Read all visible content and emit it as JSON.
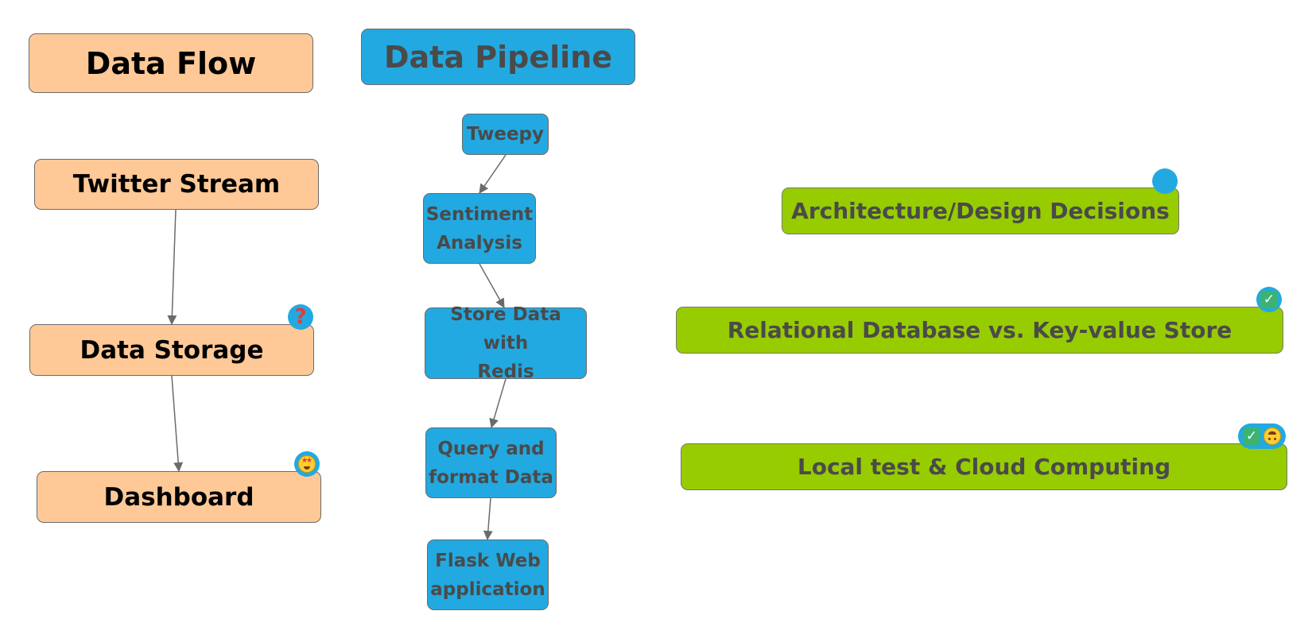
{
  "data_flow": {
    "title": "Data Flow",
    "nodes": [
      "Twitter Stream",
      "Data Storage",
      "Dashboard"
    ]
  },
  "pipeline": {
    "title": "Data Pipeline",
    "nodes": [
      {
        "line1": "Tweepy",
        "line2": ""
      },
      {
        "line1": "Sentiment",
        "line2": "Analysis"
      },
      {
        "line1": "Store Data with",
        "line2": "Redis"
      },
      {
        "line1": "Query and",
        "line2": "format Data"
      },
      {
        "line1": "Flask Web",
        "line2": "application"
      }
    ]
  },
  "decisions": {
    "title": "Architecture/Design Decisions",
    "items": [
      "Relational Database vs. Key-value Store",
      "Local test & Cloud Computing"
    ]
  },
  "badges": {
    "data_storage": "question-mark-icon",
    "dashboard": "star-struck-face-icon",
    "architecture": "blank-badge",
    "relational": "check-mark-icon",
    "local_cloud": [
      "check-mark-icon",
      "upside-down-face-icon"
    ]
  },
  "colors": {
    "peach": "#fec997",
    "blue": "#22a9e1",
    "green": "#97cc00",
    "edge": "#6b6b6b"
  }
}
